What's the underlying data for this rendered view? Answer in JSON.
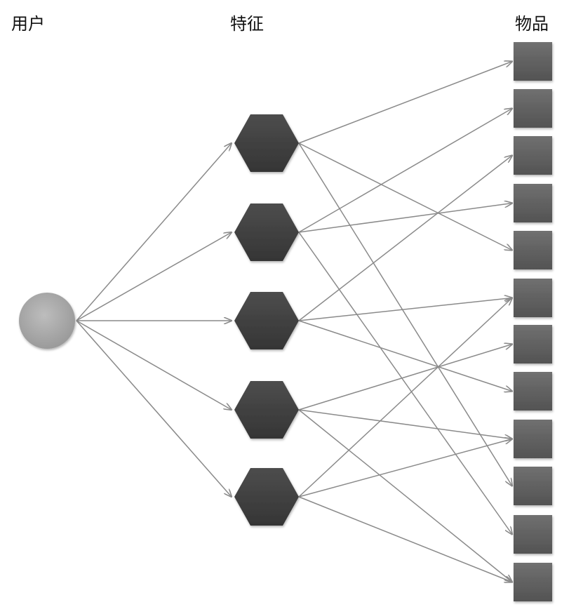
{
  "labels": {
    "user": "用户",
    "feature": "特征",
    "item": "物品"
  },
  "diagram": {
    "user_count": 1,
    "feature_count": 5,
    "item_count": 12,
    "user_to_feature_edges": [
      [
        0,
        0
      ],
      [
        0,
        1
      ],
      [
        0,
        2
      ],
      [
        0,
        3
      ],
      [
        0,
        4
      ]
    ],
    "feature_to_item_edges": [
      [
        0,
        0
      ],
      [
        0,
        4
      ],
      [
        0,
        9
      ],
      [
        1,
        1
      ],
      [
        1,
        3
      ],
      [
        1,
        10
      ],
      [
        2,
        2
      ],
      [
        2,
        5
      ],
      [
        2,
        7
      ],
      [
        3,
        6
      ],
      [
        3,
        8
      ],
      [
        3,
        11
      ],
      [
        4,
        8
      ],
      [
        4,
        11
      ],
      [
        4,
        5
      ]
    ],
    "colors": {
      "user_node": "#aaaaaa",
      "feature_node": "#3f3f3f",
      "item_node": "#5e5e5e",
      "edge": "#8a8a8a"
    }
  }
}
